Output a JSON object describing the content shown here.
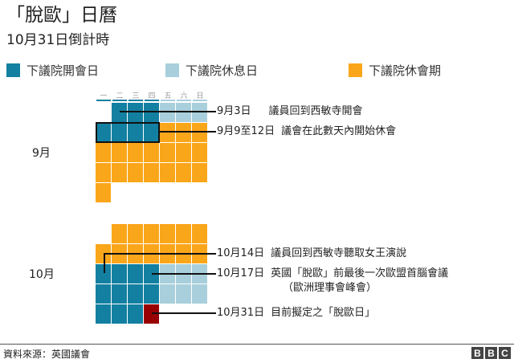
{
  "title": "「脫歐」日曆",
  "subtitle": "10月31日倒計時",
  "legend": [
    {
      "label": "下議院開會日",
      "color": "#1380A1"
    },
    {
      "label": "下議院休息日",
      "color": "#A8CFDB"
    },
    {
      "label": "下議院休會期",
      "color": "#FAA61A"
    }
  ],
  "weekdays": [
    "一",
    "二",
    "三",
    "四",
    "五",
    "六",
    "日"
  ],
  "months": [
    {
      "label": "9月"
    },
    {
      "label": "10月"
    }
  ],
  "annotations": [
    {
      "date": "9月3日",
      "text": "議員回到西敏寺開會"
    },
    {
      "date": "9月9至12日",
      "text": "議會在此數天內開始休會"
    },
    {
      "date": "10月14日",
      "text": "議員回到西敏寺聽取女王演說"
    },
    {
      "date": "10月17日",
      "text": "英國「脫歐」前最後一次歐盟首腦會議",
      "text2": "（歐洲理事會峰會）"
    },
    {
      "date": "10月31日",
      "text": "目前擬定之「脫歐日」"
    }
  ],
  "footer": {
    "source": "資料來源：英國議會",
    "logo": [
      "B",
      "B",
      "C"
    ]
  },
  "chart_data": {
    "type": "heatmap",
    "title": "「脫歐」日曆",
    "subtitle": "10月31日倒計時",
    "legend": [
      "下議院開會日",
      "下議院休息日",
      "下議院休會期",
      "脫歐日"
    ],
    "columns": [
      "一",
      "二",
      "三",
      "四",
      "五",
      "六",
      "日"
    ],
    "september": [
      [
        "",
        "sitting",
        "sitting",
        "sitting",
        "non-sitting",
        "non-sitting",
        "non-sitting"
      ],
      [
        "sitting",
        "sitting",
        "sitting",
        "sitting",
        "recess",
        "recess",
        "recess"
      ],
      [
        "recess",
        "recess",
        "recess",
        "recess",
        "recess",
        "recess",
        "recess"
      ],
      [
        "recess",
        "recess",
        "recess",
        "recess",
        "recess",
        "recess",
        "recess"
      ],
      [
        "recess",
        "",
        "",
        "",
        "",
        "",
        ""
      ]
    ],
    "october": [
      [
        "",
        "recess",
        "recess",
        "recess",
        "recess",
        "recess",
        "recess"
      ],
      [
        "recess",
        "recess",
        "recess",
        "recess",
        "recess",
        "recess",
        "recess"
      ],
      [
        "sitting",
        "sitting",
        "sitting",
        "sitting",
        "non-sitting",
        "non-sitting",
        "non-sitting"
      ],
      [
        "sitting",
        "sitting",
        "sitting",
        "sitting",
        "non-sitting",
        "non-sitting",
        "non-sitting"
      ],
      [
        "sitting",
        "sitting",
        "sitting",
        "brexit-day",
        "",
        "",
        ""
      ]
    ],
    "colors": {
      "sitting": "#1380A1",
      "non-sitting": "#A8CFDB",
      "recess": "#FAA61A",
      "brexit-day": "#990000"
    }
  }
}
